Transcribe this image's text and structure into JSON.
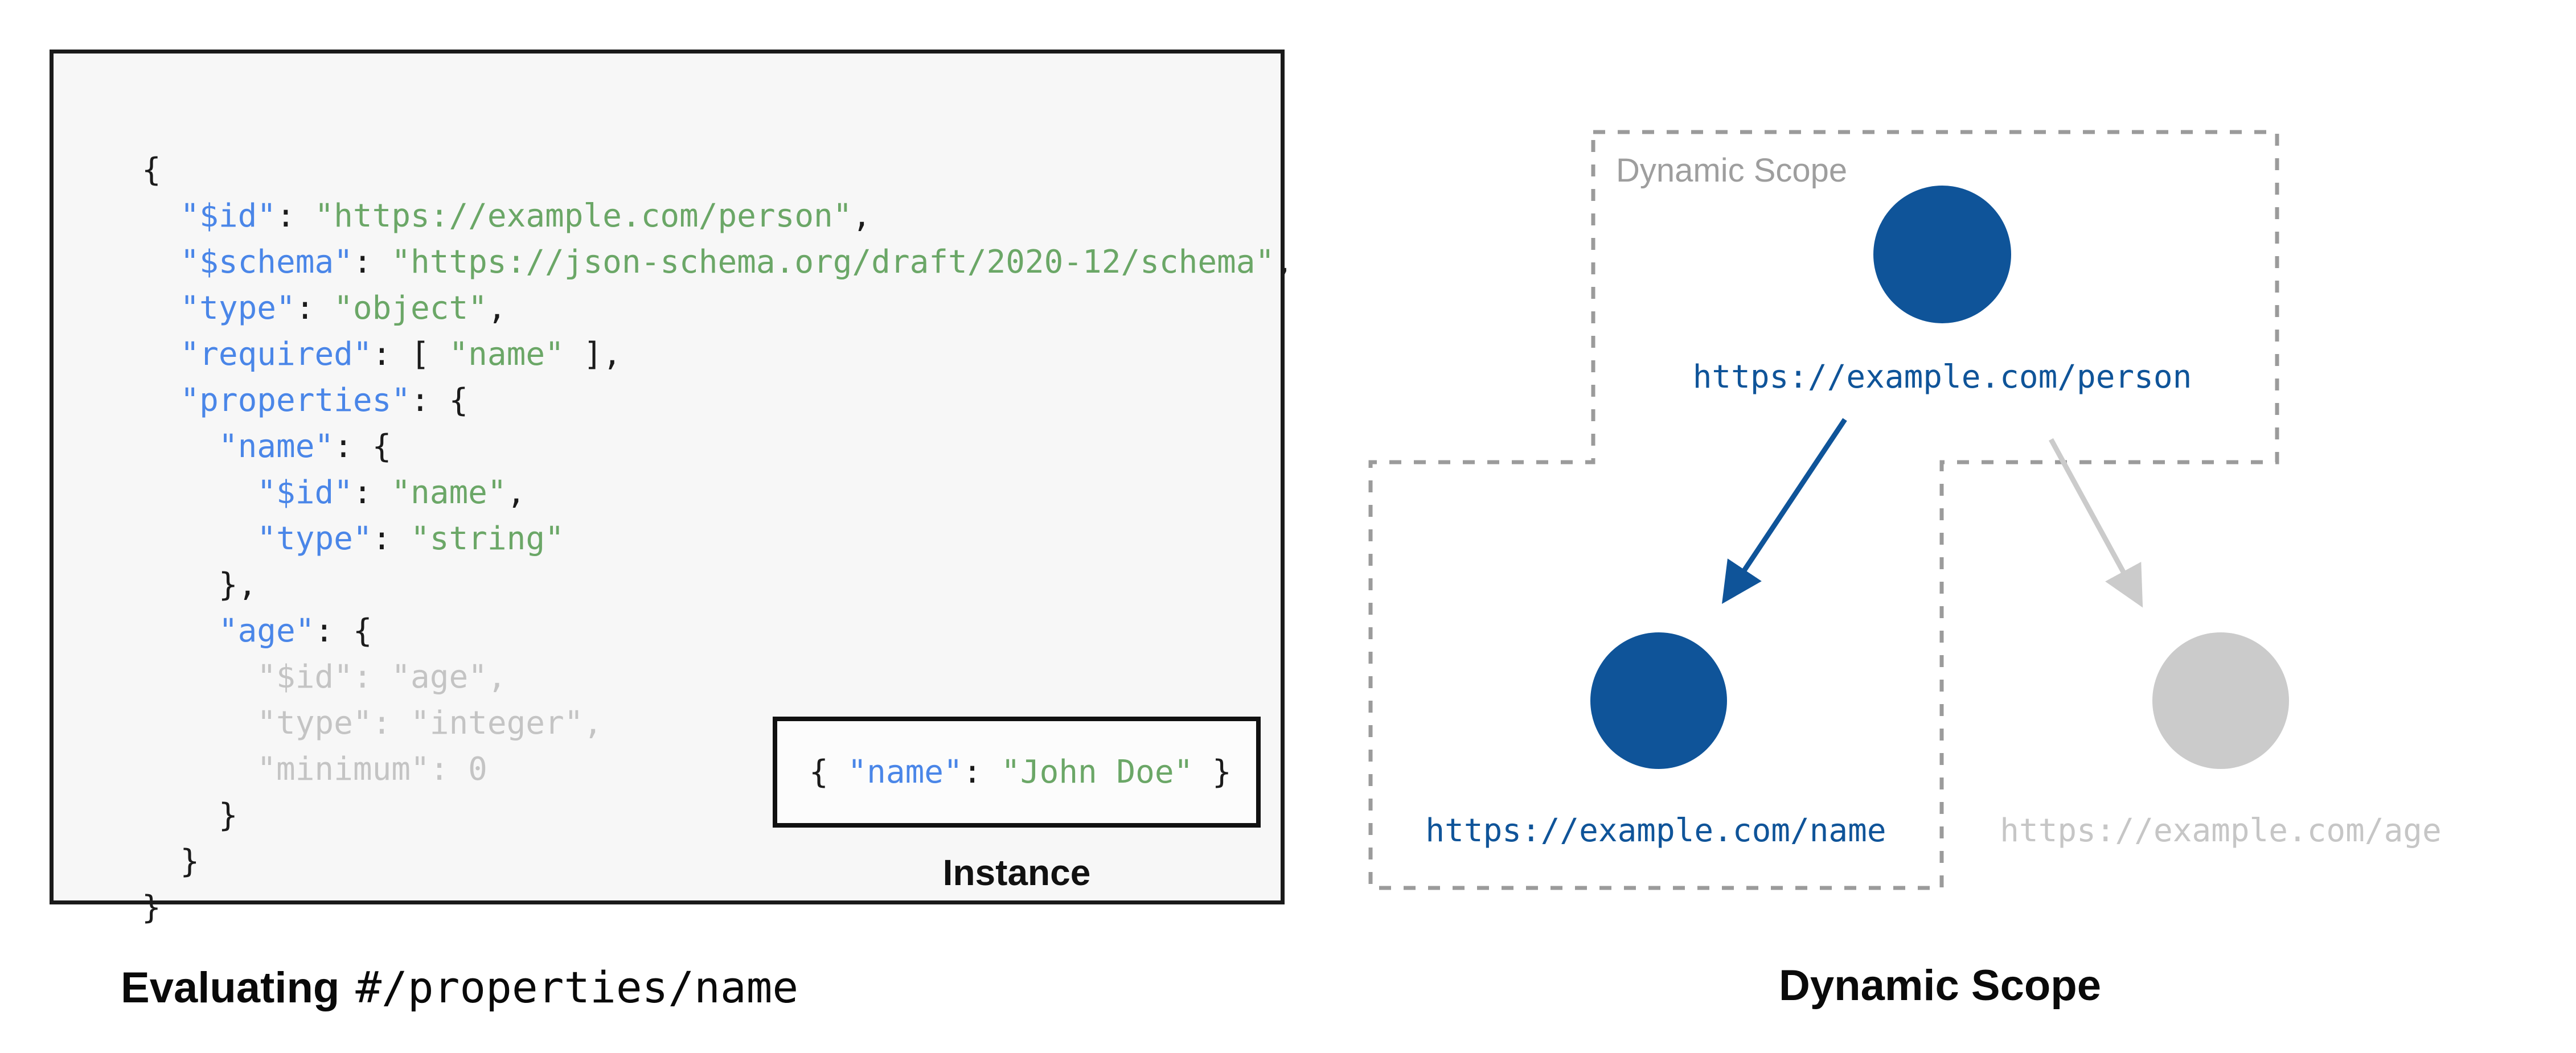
{
  "colors": {
    "key_blue": "#4a86e8",
    "string_green": "#6ba767",
    "node_blue": "#0f5499",
    "ghost_gray": "#c4c4c4",
    "muted_gray": "#cbcbcb",
    "dash_gray": "#9b9b9b",
    "scope_label_gray": "#9e9e9e",
    "code_background": "#f7f7f7",
    "ink": "#1b1b1b"
  },
  "schema_panel": {
    "code_lines": [
      {
        "tokens": [
          {
            "c": "p",
            "t": "{"
          }
        ]
      },
      {
        "tokens": [
          {
            "c": "p",
            "t": "  "
          },
          {
            "c": "k",
            "t": "\"$id\""
          },
          {
            "c": "p",
            "t": ": "
          },
          {
            "c": "s",
            "t": "\"https://example.com/person\""
          },
          {
            "c": "p",
            "t": ","
          }
        ]
      },
      {
        "tokens": [
          {
            "c": "p",
            "t": "  "
          },
          {
            "c": "k",
            "t": "\"$schema\""
          },
          {
            "c": "p",
            "t": ": "
          },
          {
            "c": "s",
            "t": "\"https://json-schema.org/draft/2020-12/schema\""
          },
          {
            "c": "p",
            "t": ","
          }
        ]
      },
      {
        "tokens": [
          {
            "c": "p",
            "t": "  "
          },
          {
            "c": "k",
            "t": "\"type\""
          },
          {
            "c": "p",
            "t": ": "
          },
          {
            "c": "s",
            "t": "\"object\""
          },
          {
            "c": "p",
            "t": ","
          }
        ]
      },
      {
        "tokens": [
          {
            "c": "p",
            "t": "  "
          },
          {
            "c": "k",
            "t": "\"required\""
          },
          {
            "c": "p",
            "t": ": [ "
          },
          {
            "c": "s",
            "t": "\"name\""
          },
          {
            "c": "p",
            "t": " ],"
          }
        ]
      },
      {
        "tokens": [
          {
            "c": "p",
            "t": "  "
          },
          {
            "c": "k",
            "t": "\"properties\""
          },
          {
            "c": "p",
            "t": ": {"
          }
        ]
      },
      {
        "tokens": [
          {
            "c": "p",
            "t": "    "
          },
          {
            "c": "k",
            "t": "\"name\""
          },
          {
            "c": "p",
            "t": ": {"
          }
        ]
      },
      {
        "tokens": [
          {
            "c": "p",
            "t": "      "
          },
          {
            "c": "k",
            "t": "\"$id\""
          },
          {
            "c": "p",
            "t": ": "
          },
          {
            "c": "s",
            "t": "\"name\""
          },
          {
            "c": "p",
            "t": ","
          }
        ]
      },
      {
        "tokens": [
          {
            "c": "p",
            "t": "      "
          },
          {
            "c": "k",
            "t": "\"type\""
          },
          {
            "c": "p",
            "t": ": "
          },
          {
            "c": "s",
            "t": "\"string\""
          }
        ]
      },
      {
        "tokens": [
          {
            "c": "p",
            "t": "    },"
          }
        ]
      },
      {
        "tokens": [
          {
            "c": "p",
            "t": "    "
          },
          {
            "c": "k",
            "t": "\"age\""
          },
          {
            "c": "p",
            "t": ": {"
          }
        ]
      },
      {
        "tokens": [
          {
            "c": "d",
            "t": "      \"$id\": \"age\","
          }
        ]
      },
      {
        "tokens": [
          {
            "c": "d",
            "t": "      \"type\": \"integer\","
          }
        ]
      },
      {
        "tokens": [
          {
            "c": "d",
            "t": "      \"minimum\": 0"
          }
        ]
      },
      {
        "tokens": [
          {
            "c": "p",
            "t": "    }"
          }
        ]
      },
      {
        "tokens": [
          {
            "c": "p",
            "t": "  }"
          }
        ]
      },
      {
        "tokens": [
          {
            "c": "p",
            "t": "}"
          }
        ]
      }
    ],
    "instance": {
      "tokens": [
        {
          "c": "p",
          "t": "{ "
        },
        {
          "c": "k",
          "t": "\"name\""
        },
        {
          "c": "p",
          "t": ": "
        },
        {
          "c": "s",
          "t": "\"John Doe\""
        },
        {
          "c": "p",
          "t": " }"
        }
      ],
      "label": "Instance"
    },
    "caption_bold": "Evaluating",
    "caption_pointer": "#/properties/name"
  },
  "scope_panel": {
    "scope_region_label": "Dynamic Scope",
    "caption": "Dynamic Scope",
    "nodes": [
      {
        "id": "person",
        "url": "https://example.com/person",
        "state": "active"
      },
      {
        "id": "name",
        "url": "https://example.com/name",
        "state": "active"
      },
      {
        "id": "age",
        "url": "https://example.com/age",
        "state": "inactive"
      }
    ]
  }
}
